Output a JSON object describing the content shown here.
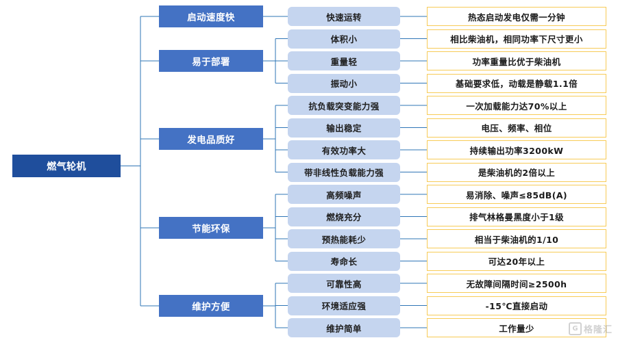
{
  "diagram": {
    "type": "mind-map",
    "orientation": "left-to-right",
    "root": {
      "label": "燃气轮机"
    },
    "colors": {
      "root_fill": "#1F4E9C",
      "level1_fill": "#4472C4",
      "level2_fill": "#C5D5EF",
      "level3_border": "#F7CB56",
      "level3_fill": "#FFFFFF",
      "connector": "#2E75B6",
      "background": "#FFFFFF"
    },
    "branches": [
      {
        "label": "启动速度快",
        "children": [
          {
            "label": "快速运转",
            "detail": "热态启动发电仅需一分钟"
          }
        ]
      },
      {
        "label": "易于部署",
        "children": [
          {
            "label": "体积小",
            "detail": "相比柴油机，相同功率下尺寸更小"
          },
          {
            "label": "重量轻",
            "detail": "功率重量比优于柴油机"
          },
          {
            "label": "振动小",
            "detail": "基础要求低，动载是静载1.1倍"
          }
        ]
      },
      {
        "label": "发电品质好",
        "children": [
          {
            "label": "抗负载突变能力强",
            "detail": "一次加载能力达70%以上"
          },
          {
            "label": "输出稳定",
            "detail": "电压、频率、相位"
          },
          {
            "label": "有效功率大",
            "detail": "持续输出功率3200kW"
          },
          {
            "label": "带非线性负载能力强",
            "detail": "是柴油机的2倍以上"
          }
        ]
      },
      {
        "label": "节能环保",
        "children": [
          {
            "label": "高频噪声",
            "detail": "易消除、噪声≤85dB(A)"
          },
          {
            "label": "燃烧充分",
            "detail": "排气林格曼黑度小于1级"
          },
          {
            "label": "预热能耗少",
            "detail": "相当于柴油机的1/10"
          },
          {
            "label": "寿命长",
            "detail": "可达20年以上"
          }
        ]
      },
      {
        "label": "维护方便",
        "children": [
          {
            "label": "可靠性高",
            "detail": "无故障间隔时间≥2500h"
          },
          {
            "label": "环境适应强",
            "detail": "-15℃直接启动"
          },
          {
            "label": "维护简单",
            "detail": "工作量少"
          }
        ]
      }
    ]
  },
  "watermark": {
    "mark": "G",
    "text": "格隆汇"
  }
}
